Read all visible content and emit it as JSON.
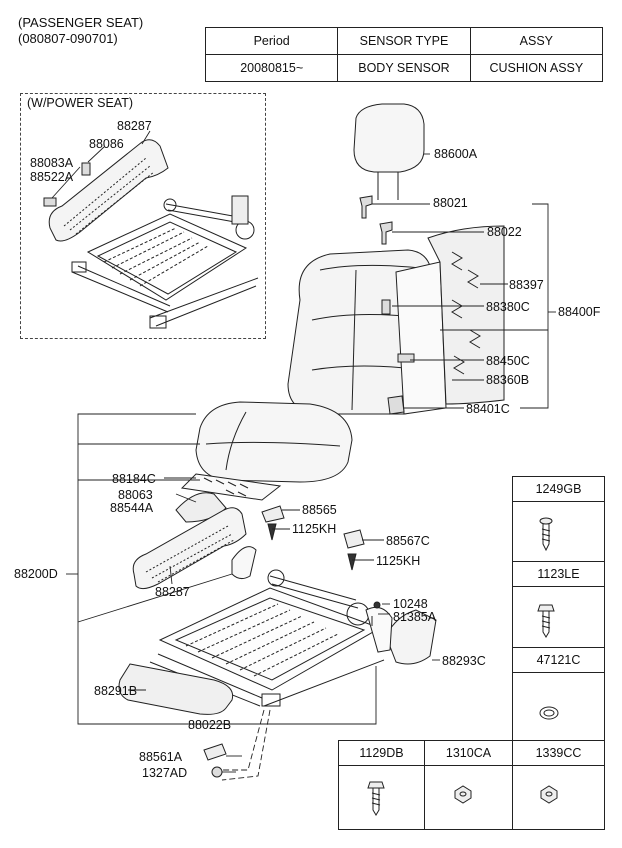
{
  "header": {
    "seat": "(PASSENGER SEAT)",
    "period_range": "(080807-090701)"
  },
  "info_table": {
    "columns": [
      "Period",
      "SENSOR TYPE",
      "ASSY"
    ],
    "rows": [
      [
        "20080815~",
        "BODY SENSOR",
        "CUSHION ASSY"
      ]
    ]
  },
  "inset": {
    "title": "(W/POWER SEAT)"
  },
  "callouts": {
    "inset_88287": "88287",
    "inset_88086": "88086",
    "inset_88083A": "88083A",
    "inset_88522A": "88522A",
    "p88600A": "88600A",
    "p88021": "88021",
    "p88022": "88022",
    "p88397": "88397",
    "p88380C": "88380C",
    "p88400F": "88400F",
    "p88450C": "88450C",
    "p88360B": "88360B",
    "p88401C": "88401C",
    "p88184C": "88184C",
    "p88063": "88063",
    "p88544A": "88544A",
    "p88565": "88565",
    "p1125KH_a": "1125KH",
    "p88567C": "88567C",
    "p1125KH_b": "1125KH",
    "p88200D": "88200D",
    "p88287": "88287",
    "p10248": "10248",
    "p81385A": "81385A",
    "p88293C": "88293C",
    "p88291B": "88291B",
    "p88022B": "88022B",
    "p88561A": "88561A",
    "p1327AD": "1327AD"
  },
  "fastener_boxes": {
    "b1249GB": "1249GB",
    "b1123LE": "1123LE",
    "b47121C": "47121C",
    "b1129DB": "1129DB",
    "b1310CA": "1310CA",
    "b1339CC": "1339CC"
  }
}
